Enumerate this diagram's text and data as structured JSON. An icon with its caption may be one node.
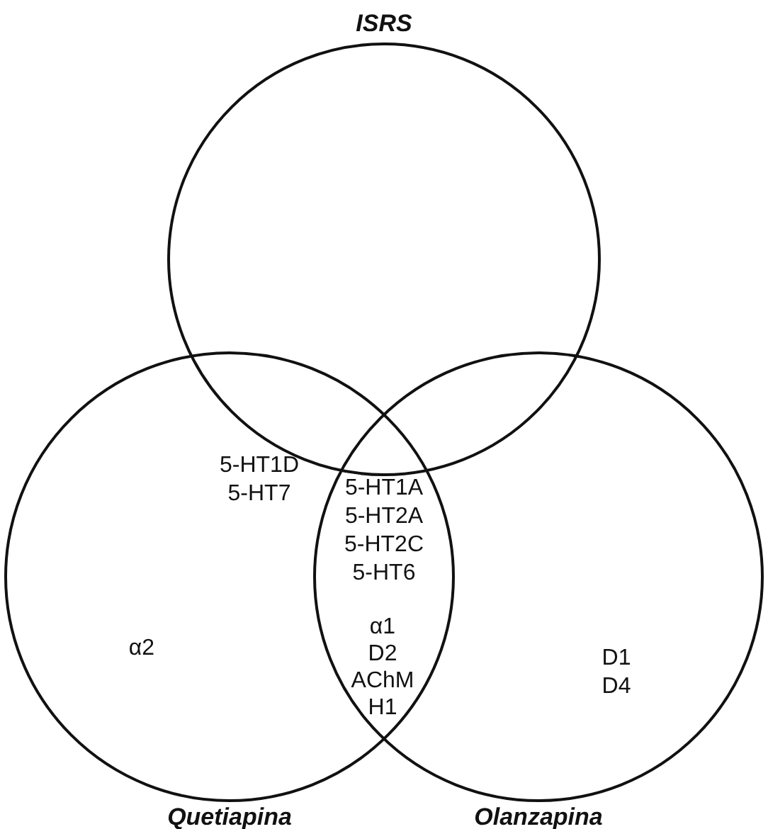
{
  "diagram": {
    "nodes": [
      {
        "text": [
          "ISRS"
        ]
      },
      {
        "text": [
          "Quetiapina"
        ]
      },
      {
        "text": [
          "Olanzapina"
        ]
      }
    ],
    "labels": [
      "5-HT1D",
      "5-HT7",
      "5-HT1A",
      "5-HT2A",
      "5-HT2C",
      "5-HT6",
      "α2",
      "α1",
      "D2",
      "AChM",
      "H1",
      "D1",
      "D4"
    ]
  }
}
